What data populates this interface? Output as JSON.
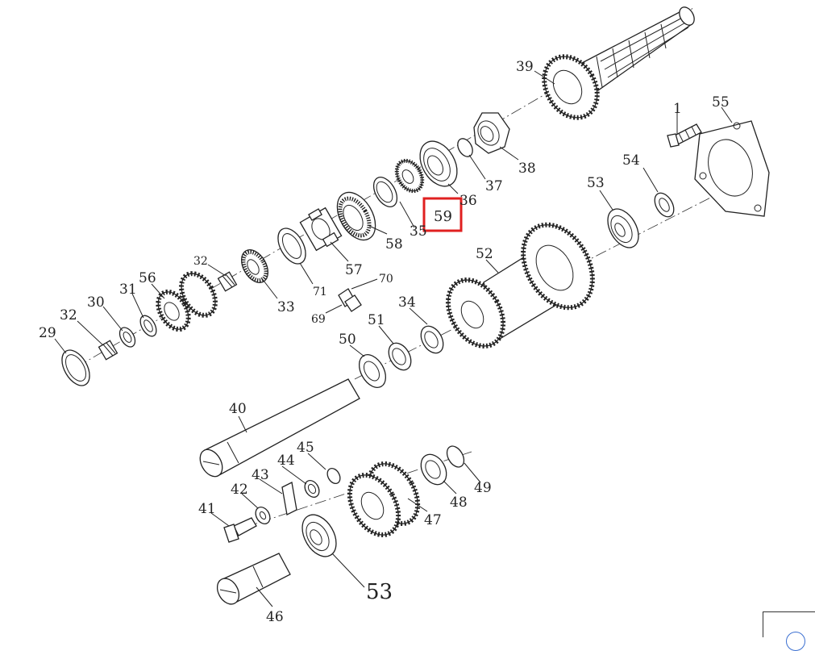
{
  "diagram": {
    "highlight_label": "59",
    "highlight_color": "#e02020",
    "labels": {
      "p1": "1",
      "p29": "29",
      "p30": "30",
      "p31": "31",
      "p32a": "32",
      "p32b": "32",
      "p33": "33",
      "p34": "34",
      "p35": "35",
      "p36": "36",
      "p37": "37",
      "p38": "38",
      "p39": "39",
      "p40": "40",
      "p41": "41",
      "p42": "42",
      "p43": "43",
      "p44": "44",
      "p45": "45",
      "p46": "46",
      "p47": "47",
      "p48": "48",
      "p49": "49",
      "p50": "50",
      "p51": "51",
      "p52": "52",
      "p53a": "53",
      "p53b": "53",
      "p54": "54",
      "p55": "55",
      "p56": "56",
      "p57": "57",
      "p58": "58",
      "p59": "59",
      "p69": "69",
      "p70": "70",
      "p71": "71"
    }
  }
}
